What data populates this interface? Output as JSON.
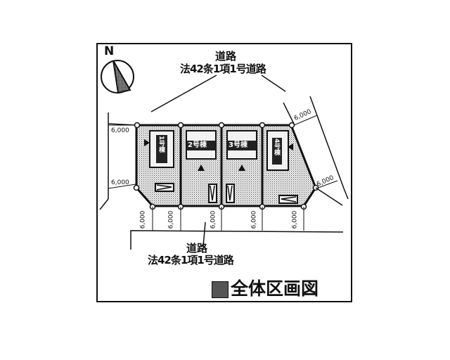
{
  "compass": {
    "label": "N"
  },
  "road_north": {
    "title": "道路",
    "subtitle": "法42条1項1号道路"
  },
  "road_south": {
    "title": "道路",
    "subtitle": "法42条1項1号道路"
  },
  "legend": {
    "label": "全体区画図",
    "swatch_color": "#555555"
  },
  "colors": {
    "lot_fill": "#d8d8d8",
    "line": "#111111",
    "background": "#ffffff"
  },
  "lots": [
    {
      "label": "1号棟",
      "orientation": "vertical"
    },
    {
      "label": "2号棟",
      "orientation": "horizontal"
    },
    {
      "label": "3号棟",
      "orientation": "horizontal"
    },
    {
      "label": "4号棟",
      "orientation": "vertical"
    }
  ],
  "dimensions": {
    "left_upper": "6,000",
    "left_lower": "6,000",
    "right_upper": "6,000",
    "right_lower": "6,000",
    "bottom": [
      "6,000",
      "6,000",
      "6,000",
      "6,000",
      "6,000"
    ]
  }
}
